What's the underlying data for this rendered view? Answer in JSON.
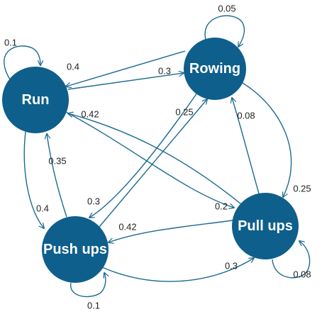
{
  "colors": {
    "node": "#0e5f8b",
    "edge": "#1d6a91",
    "text": "#222222",
    "node_text": "#ffffff"
  },
  "nodes": [
    {
      "id": "run",
      "label": "Run"
    },
    {
      "id": "rowing",
      "label": "Rowing"
    },
    {
      "id": "pushups",
      "label": "Push ups"
    },
    {
      "id": "pullups",
      "label": "Pull ups"
    }
  ],
  "edges": [
    {
      "from": "run",
      "to": "run",
      "label": "0.1"
    },
    {
      "from": "rowing",
      "to": "rowing",
      "label": "0.05"
    },
    {
      "from": "pushups",
      "to": "pushups",
      "label": "0.1"
    },
    {
      "from": "pullups",
      "to": "pullups",
      "label": "0.08"
    },
    {
      "from": "rowing",
      "to": "run",
      "label": "0.4"
    },
    {
      "from": "run",
      "to": "rowing",
      "label": "0.3"
    },
    {
      "from": "pullups",
      "to": "run",
      "label": "0.42"
    },
    {
      "from": "run",
      "to": "pullups",
      "label": "0.2"
    },
    {
      "from": "pushups",
      "to": "run",
      "label": "0.35"
    },
    {
      "from": "run",
      "to": "pushups",
      "label": "0.4"
    },
    {
      "from": "pushups",
      "to": "rowing",
      "label": "0.25"
    },
    {
      "from": "rowing",
      "to": "pushups",
      "label": "0.3"
    },
    {
      "from": "pullups",
      "to": "rowing",
      "label": "0.08"
    },
    {
      "from": "rowing",
      "to": "pullups",
      "label": "0.25"
    },
    {
      "from": "pullups",
      "to": "pushups",
      "label": "0.42"
    },
    {
      "from": "pushups",
      "to": "pullups",
      "label": "0.3"
    }
  ]
}
